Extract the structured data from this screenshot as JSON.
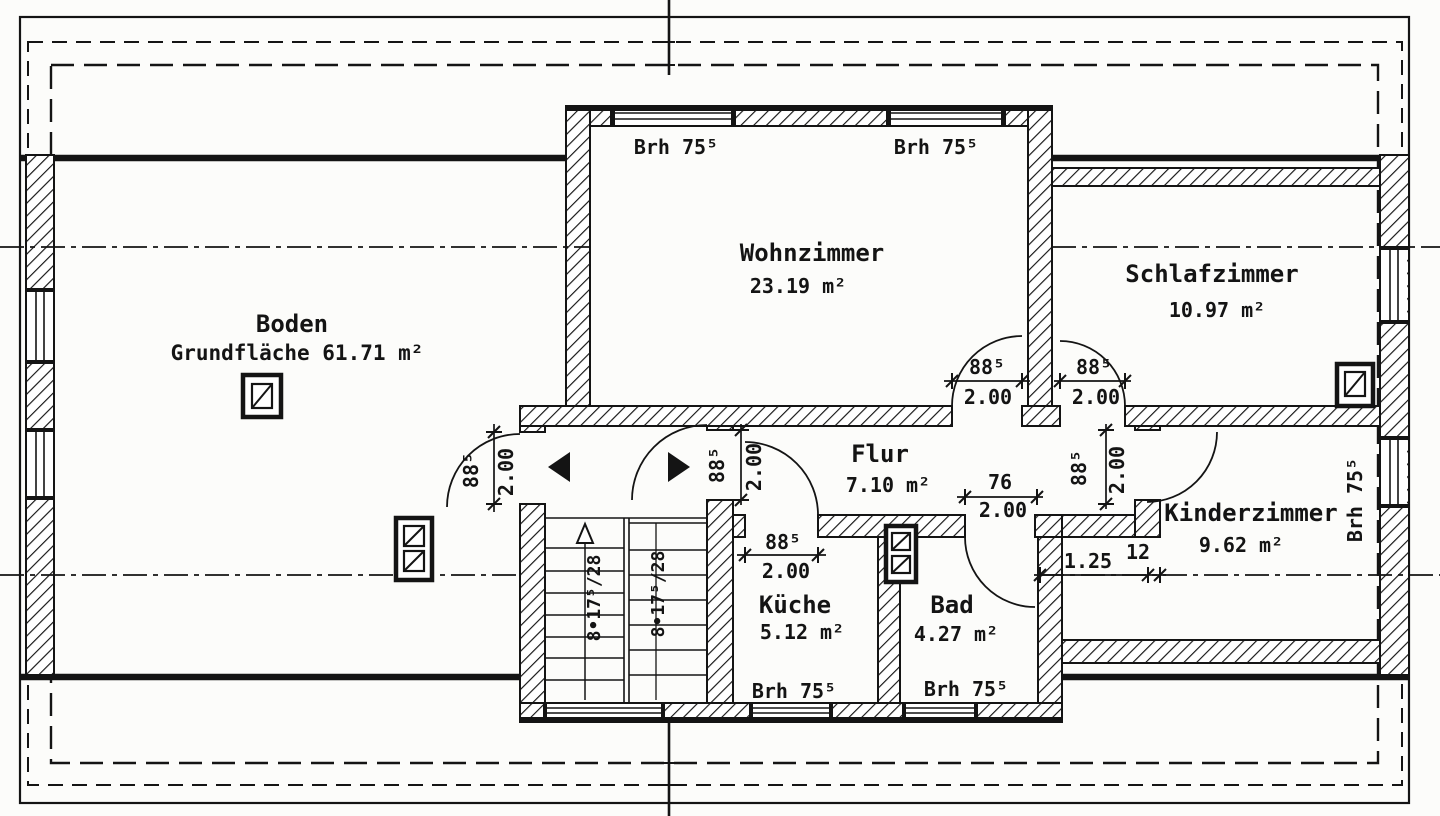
{
  "drawing_type": "floor-plan",
  "rooms": {
    "boden": {
      "name": "Boden",
      "area": "Grundfläche 61.71 m²"
    },
    "wohnzimmer": {
      "name": "Wohnzimmer",
      "area": "23.19 m²"
    },
    "schlafzimmer": {
      "name": "Schlafzimmer",
      "area": "10.97 m²"
    },
    "flur": {
      "name": "Flur",
      "area": "7.10 m²"
    },
    "kueche": {
      "name": "Küche",
      "area": "5.12 m²"
    },
    "bad": {
      "name": "Bad",
      "area": "4.27 m²"
    },
    "kinderzimmer": {
      "name": "Kinderzimmer",
      "area": "9.62 m²"
    }
  },
  "labels": {
    "parapet": "Brh 75⁵",
    "stair_run": "8•17⁵/28"
  },
  "dims": {
    "w885": "88⁵",
    "w76": "76",
    "h200": "2.00",
    "len125": "1.25",
    "w12": "12"
  },
  "colors": {
    "ink": "#141414",
    "paper": "#fcfcfa"
  }
}
